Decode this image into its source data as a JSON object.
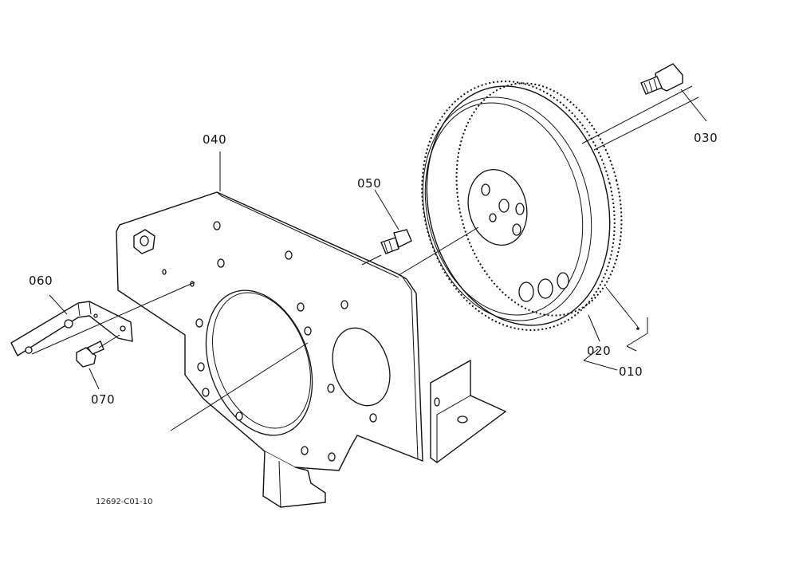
{
  "labels": {
    "p010": "010",
    "p020": "020",
    "p030": "030",
    "p040": "040",
    "p050": "050",
    "p060": "060",
    "p070": "070"
  },
  "figure_code": "12692-C01-10"
}
